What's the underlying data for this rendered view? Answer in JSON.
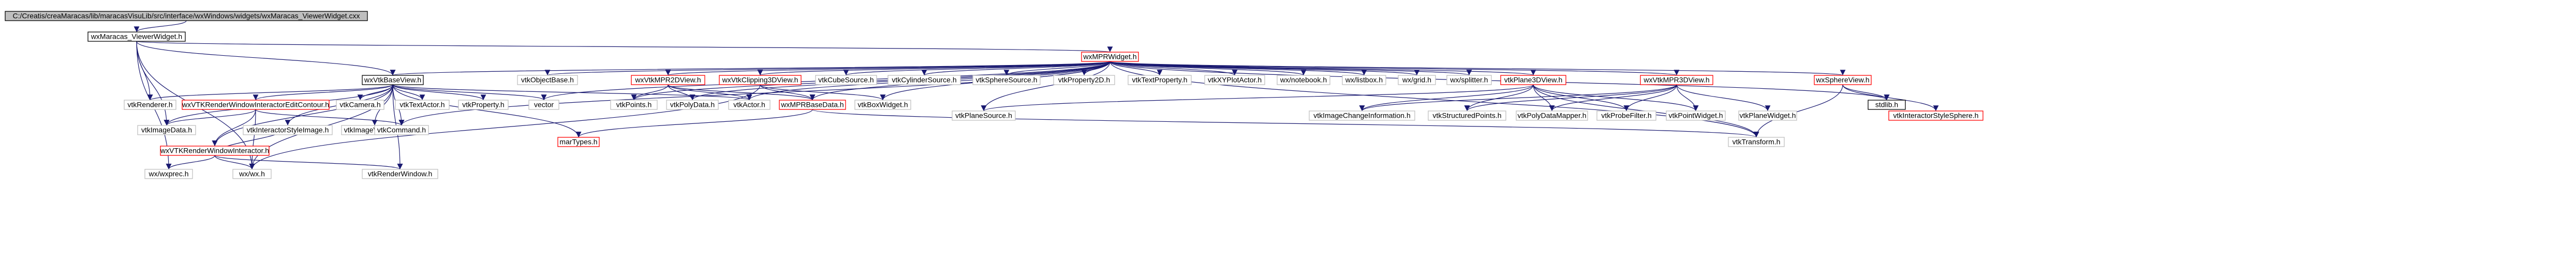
{
  "colors": {
    "edge": "#191970",
    "border_default": "#000000",
    "border_documented": "#bfbfbf",
    "border_highlight": "#ff0000",
    "root_fill": "#bfbfbf",
    "node_fill": "#ffffff"
  },
  "diagram": {
    "type": "include-dependency-graph",
    "nodes": [
      {
        "id": "n_root",
        "label": "C:/Creatis/creaMaracas/lib/maracasVisuLib/src/interface/wxWindows/widgets/wxMaracas_ViewerWidget.cxx",
        "style": "root"
      },
      {
        "id": "n_viewerwidget",
        "label": "wxMaracas_ViewerWidget.h",
        "style": "default"
      },
      {
        "id": "n_mpr",
        "label": "wxMPRWidget.h",
        "style": "highlight"
      },
      {
        "id": "n_vtkbase",
        "label": "wxVtkBaseView.h",
        "style": "default"
      },
      {
        "id": "n_objectbase",
        "label": "vtkObjectBase.h",
        "style": "documented"
      },
      {
        "id": "n_mpr2dview",
        "label": "wxVtkMPR2DView.h",
        "style": "highlight"
      },
      {
        "id": "n_clipping",
        "label": "wxVtkClipping3DView.h",
        "style": "highlight"
      },
      {
        "id": "n_cubesource",
        "label": "vtkCubeSource.h",
        "style": "documented"
      },
      {
        "id": "n_cylsource",
        "label": "vtkCylinderSource.h",
        "style": "documented"
      },
      {
        "id": "n_spheresource",
        "label": "vtkSphereSource.h",
        "style": "documented"
      },
      {
        "id": "n_prop2d",
        "label": "vtkProperty2D.h",
        "style": "documented"
      },
      {
        "id": "n_textprop",
        "label": "vtkTextProperty.h",
        "style": "documented"
      },
      {
        "id": "n_xyplot",
        "label": "vtkXYPlotActor.h",
        "style": "documented"
      },
      {
        "id": "n_notebook",
        "label": "wx/notebook.h",
        "style": "documented"
      },
      {
        "id": "n_listbox",
        "label": "wx/listbox.h",
        "style": "documented"
      },
      {
        "id": "n_grid",
        "label": "wx/grid.h",
        "style": "documented"
      },
      {
        "id": "n_splitter",
        "label": "wx/splitter.h",
        "style": "documented"
      },
      {
        "id": "n_plane3d",
        "label": "vtkPlane3DView.h",
        "style": "highlight"
      },
      {
        "id": "n_mpr3dview",
        "label": "wxVtkMPR3DView.h",
        "style": "highlight"
      },
      {
        "id": "n_sphereview",
        "label": "wxSphereView.h",
        "style": "highlight"
      },
      {
        "id": "n_renderer",
        "label": "vtkRenderer.h",
        "style": "documented"
      },
      {
        "id": "n_editcontour",
        "label": "wxVTKRenderWindowInteractorEditContour.h",
        "style": "highlight"
      },
      {
        "id": "n_camera",
        "label": "vtkCamera.h",
        "style": "documented"
      },
      {
        "id": "n_textactor",
        "label": "vtkTextActor.h",
        "style": "documented"
      },
      {
        "id": "n_property",
        "label": "vtkProperty.h",
        "style": "documented"
      },
      {
        "id": "n_vector",
        "label": "vector",
        "style": "documented"
      },
      {
        "id": "n_points",
        "label": "vtkPoints.h",
        "style": "documented"
      },
      {
        "id": "n_polydata",
        "label": "vtkPolyData.h",
        "style": "documented"
      },
      {
        "id": "n_actor",
        "label": "vtkActor.h",
        "style": "documented"
      },
      {
        "id": "n_mprbasedata",
        "label": "wxMPRBaseData.h",
        "style": "highlight"
      },
      {
        "id": "n_boxwidget",
        "label": "vtkBoxWidget.h",
        "style": "documented"
      },
      {
        "id": "n_planesource",
        "label": "vtkPlaneSource.h",
        "style": "documented"
      },
      {
        "id": "n_imagechange",
        "label": "vtkImageChangeInformation.h",
        "style": "documented"
      },
      {
        "id": "n_structpoints",
        "label": "vtkStructuredPoints.h",
        "style": "documented"
      },
      {
        "id": "n_polydatamapper",
        "label": "vtkPolyDataMapper.h",
        "style": "documented"
      },
      {
        "id": "n_probefilter",
        "label": "vtkProbeFilter.h",
        "style": "documented"
      },
      {
        "id": "n_pointwidget",
        "label": "vtkPointWidget.h",
        "style": "documented"
      },
      {
        "id": "n_planewidget",
        "label": "vtkPlaneWidget.h",
        "style": "documented"
      },
      {
        "id": "n_interactorsphere",
        "label": "vtkInteractorStyleSphere.h",
        "style": "highlight"
      },
      {
        "id": "n_stdlib",
        "label": "stdlib.h",
        "style": "default"
      },
      {
        "id": "n_imagedata",
        "label": "vtkImageData.h",
        "style": "documented"
      },
      {
        "id": "n_renderwininteractor",
        "label": "wxVTKRenderWindowInteractor.h",
        "style": "highlight"
      },
      {
        "id": "n_interactorimage",
        "label": "vtkInteractorStyleImage.h",
        "style": "documented"
      },
      {
        "id": "n_imageviewer2",
        "label": "vtkImageViewer2.h",
        "style": "documented"
      },
      {
        "id": "n_command",
        "label": "vtkCommand.h",
        "style": "documented"
      },
      {
        "id": "n_martypes",
        "label": "marTypes.h",
        "style": "highlight"
      },
      {
        "id": "n_transform",
        "label": "vtkTransform.h",
        "style": "documented"
      },
      {
        "id": "n_wxprec",
        "label": "wx/wxprec.h",
        "style": "documented"
      },
      {
        "id": "n_wxh",
        "label": "wx/wx.h",
        "style": "documented"
      },
      {
        "id": "n_renderwindow",
        "label": "vtkRenderWindow.h",
        "style": "documented"
      }
    ],
    "edges": [
      [
        "n_root",
        "n_viewerwidget"
      ],
      [
        "n_viewerwidget",
        "n_mpr"
      ],
      [
        "n_viewerwidget",
        "n_vtkbase"
      ],
      [
        "n_viewerwidget",
        "n_renderer"
      ],
      [
        "n_viewerwidget",
        "n_imagedata"
      ],
      [
        "n_viewerwidget",
        "n_wxprec"
      ],
      [
        "n_viewerwidget",
        "n_wxh"
      ],
      [
        "n_mpr",
        "n_vtkbase"
      ],
      [
        "n_mpr",
        "n_objectbase"
      ],
      [
        "n_mpr",
        "n_mpr2dview"
      ],
      [
        "n_mpr",
        "n_clipping"
      ],
      [
        "n_mpr",
        "n_cubesource"
      ],
      [
        "n_mpr",
        "n_cylsource"
      ],
      [
        "n_mpr",
        "n_spheresource"
      ],
      [
        "n_mpr",
        "n_prop2d"
      ],
      [
        "n_mpr",
        "n_textprop"
      ],
      [
        "n_mpr",
        "n_xyplot"
      ],
      [
        "n_mpr",
        "n_notebook"
      ],
      [
        "n_mpr",
        "n_listbox"
      ],
      [
        "n_mpr",
        "n_grid"
      ],
      [
        "n_mpr",
        "n_splitter"
      ],
      [
        "n_mpr",
        "n_plane3d"
      ],
      [
        "n_mpr",
        "n_mpr3dview"
      ],
      [
        "n_mpr",
        "n_sphereview"
      ],
      [
        "n_mpr",
        "n_stdlib"
      ],
      [
        "n_mpr",
        "n_vector"
      ],
      [
        "n_mpr",
        "n_actor"
      ],
      [
        "n_mpr",
        "n_points"
      ],
      [
        "n_mpr",
        "n_polydata"
      ],
      [
        "n_mpr",
        "n_mprbasedata"
      ],
      [
        "n_mpr",
        "n_boxwidget"
      ],
      [
        "n_mpr",
        "n_planesource"
      ],
      [
        "n_mpr",
        "n_transform"
      ],
      [
        "n_mpr",
        "n_command"
      ],
      [
        "n_vtkbase",
        "n_renderer"
      ],
      [
        "n_vtkbase",
        "n_editcontour"
      ],
      [
        "n_vtkbase",
        "n_camera"
      ],
      [
        "n_vtkbase",
        "n_textactor"
      ],
      [
        "n_vtkbase",
        "n_property"
      ],
      [
        "n_vtkbase",
        "n_vector"
      ],
      [
        "n_vtkbase",
        "n_martypes"
      ],
      [
        "n_vtkbase",
        "n_imagedata"
      ],
      [
        "n_vtkbase",
        "n_interactorimage"
      ],
      [
        "n_vtkbase",
        "n_imageviewer2"
      ],
      [
        "n_vtkbase",
        "n_command"
      ],
      [
        "n_vtkbase",
        "n_wxh"
      ],
      [
        "n_vtkbase",
        "n_renderwindow"
      ],
      [
        "n_vtkbase",
        "n_renderwininteractor"
      ],
      [
        "n_vtkbase",
        "n_actor"
      ],
      [
        "n_editcontour",
        "n_renderwininteractor"
      ],
      [
        "n_editcontour",
        "n_imagedata"
      ],
      [
        "n_editcontour",
        "n_command"
      ],
      [
        "n_editcontour",
        "n_wxh"
      ],
      [
        "n_renderwininteractor",
        "n_wxprec"
      ],
      [
        "n_renderwininteractor",
        "n_wxh"
      ],
      [
        "n_renderwininteractor",
        "n_renderwindow"
      ],
      [
        "n_renderwininteractor",
        "n_interactorimage"
      ],
      [
        "n_mpr2dview",
        "n_points"
      ],
      [
        "n_mpr2dview",
        "n_polydata"
      ],
      [
        "n_mpr2dview",
        "n_actor"
      ],
      [
        "n_mpr2dview",
        "n_mprbasedata"
      ],
      [
        "n_clipping",
        "n_boxwidget"
      ],
      [
        "n_clipping",
        "n_mprbasedata"
      ],
      [
        "n_clipping",
        "n_wxh"
      ],
      [
        "n_mprbasedata",
        "n_martypes"
      ],
      [
        "n_mprbasedata",
        "n_transform"
      ],
      [
        "n_plane3d",
        "n_planesource"
      ],
      [
        "n_plane3d",
        "n_imagechange"
      ],
      [
        "n_plane3d",
        "n_structpoints"
      ],
      [
        "n_plane3d",
        "n_polydatamapper"
      ],
      [
        "n_plane3d",
        "n_probefilter"
      ],
      [
        "n_plane3d",
        "n_pointwidget"
      ],
      [
        "n_plane3d",
        "n_transform"
      ],
      [
        "n_mpr3dview",
        "n_imagechange"
      ],
      [
        "n_mpr3dview",
        "n_probefilter"
      ],
      [
        "n_mpr3dview",
        "n_pointwidget"
      ],
      [
        "n_mpr3dview",
        "n_planewidget"
      ],
      [
        "n_mpr3dview",
        "n_polydatamapper"
      ],
      [
        "n_mpr3dview",
        "n_structpoints"
      ],
      [
        "n_sphereview",
        "n_interactorsphere"
      ],
      [
        "n_sphereview",
        "n_stdlib"
      ],
      [
        "n_sphereview",
        "n_transform"
      ]
    ]
  }
}
